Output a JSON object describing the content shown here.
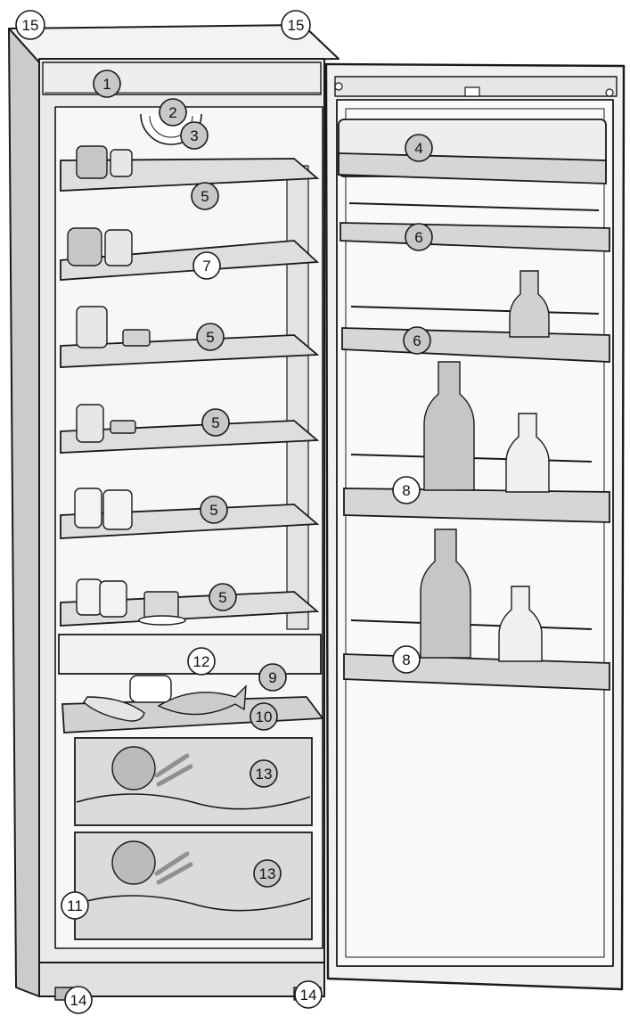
{
  "callouts": {
    "c15a": "15",
    "c15b": "15",
    "c1": "1",
    "c2": "2",
    "c3": "3",
    "c4": "4",
    "c5a": "5",
    "c5b": "5",
    "c5c": "5",
    "c5d": "5",
    "c5e": "5",
    "c6a": "6",
    "c6b": "6",
    "c7": "7",
    "c8a": "8",
    "c8b": "8",
    "c9": "9",
    "c10": "10",
    "c11": "11",
    "c12": "12",
    "c13a": "13",
    "c13b": "13",
    "c14a": "14",
    "c14b": "14"
  },
  "colors": {
    "outline": "#1a1a1a",
    "cabinet": "#e9eaeb",
    "cabinet_side": "#c9cbcd",
    "shelf": "#dcdedf",
    "door_bin": "#d4d6d8",
    "callout_fill_grey": "#c8c8c8",
    "callout_fill_white": "#ffffff"
  }
}
